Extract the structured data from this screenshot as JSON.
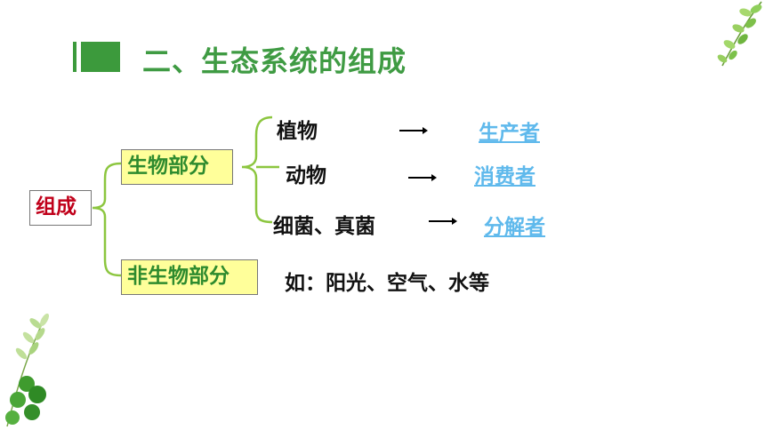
{
  "title": "二、生态系统的组成",
  "root": "组成",
  "branches": {
    "biotic": "生物部分",
    "abiotic": "非生物部分"
  },
  "biotic_items": [
    {
      "organism": "植物",
      "role": "生产者"
    },
    {
      "organism": "动物",
      "role": "消费者"
    },
    {
      "organism": "细菌、真菌",
      "role": "分解者"
    }
  ],
  "abiotic_example": "如：阳光、空气、水等",
  "colors": {
    "title": "#3f9b43",
    "root_text": "#c0001a",
    "box_fill": "#ffff9a",
    "box_text": "#2e8b2e",
    "answer_text": "#5fb9ec",
    "bracket": "#8cc63f"
  },
  "decorations": [
    "leaf-sprig-icon",
    "leaf-branch-icon"
  ]
}
